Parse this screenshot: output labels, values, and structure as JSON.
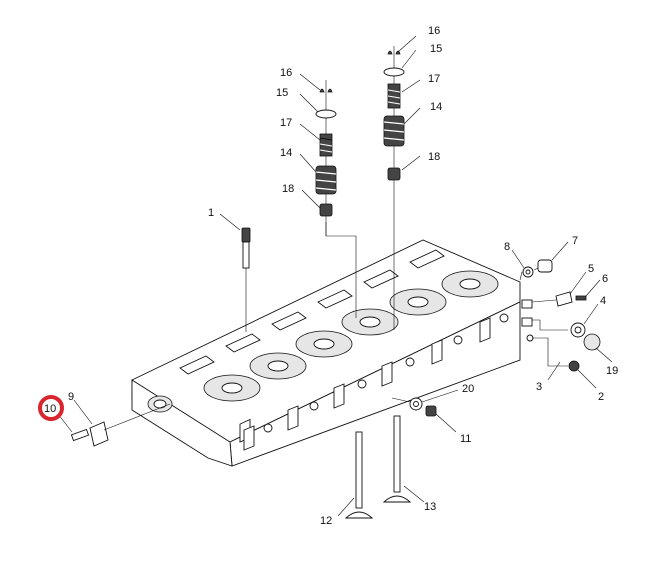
{
  "diagram": {
    "callouts": [
      {
        "id": "c16a",
        "text": "16"
      },
      {
        "id": "c15a",
        "text": "15"
      },
      {
        "id": "c17a",
        "text": "17"
      },
      {
        "id": "c14a",
        "text": "14"
      },
      {
        "id": "c18a",
        "text": "18"
      },
      {
        "id": "c16b",
        "text": "16"
      },
      {
        "id": "c15b",
        "text": "15"
      },
      {
        "id": "c17b",
        "text": "17"
      },
      {
        "id": "c14b",
        "text": "14"
      },
      {
        "id": "c18b",
        "text": "18"
      },
      {
        "id": "c1",
        "text": "1"
      },
      {
        "id": "c8",
        "text": "8"
      },
      {
        "id": "c7",
        "text": "7"
      },
      {
        "id": "c5",
        "text": "5"
      },
      {
        "id": "c6",
        "text": "6"
      },
      {
        "id": "c4",
        "text": "4"
      },
      {
        "id": "c19",
        "text": "19"
      },
      {
        "id": "c3",
        "text": "3"
      },
      {
        "id": "c2",
        "text": "2"
      },
      {
        "id": "c20",
        "text": "20"
      },
      {
        "id": "c11",
        "text": "11"
      },
      {
        "id": "c9",
        "text": "9"
      },
      {
        "id": "c10",
        "text": "10"
      },
      {
        "id": "c12",
        "text": "12"
      },
      {
        "id": "c13",
        "text": "13"
      }
    ],
    "highlight_color": "#d9262c",
    "line_color": "#111111"
  }
}
